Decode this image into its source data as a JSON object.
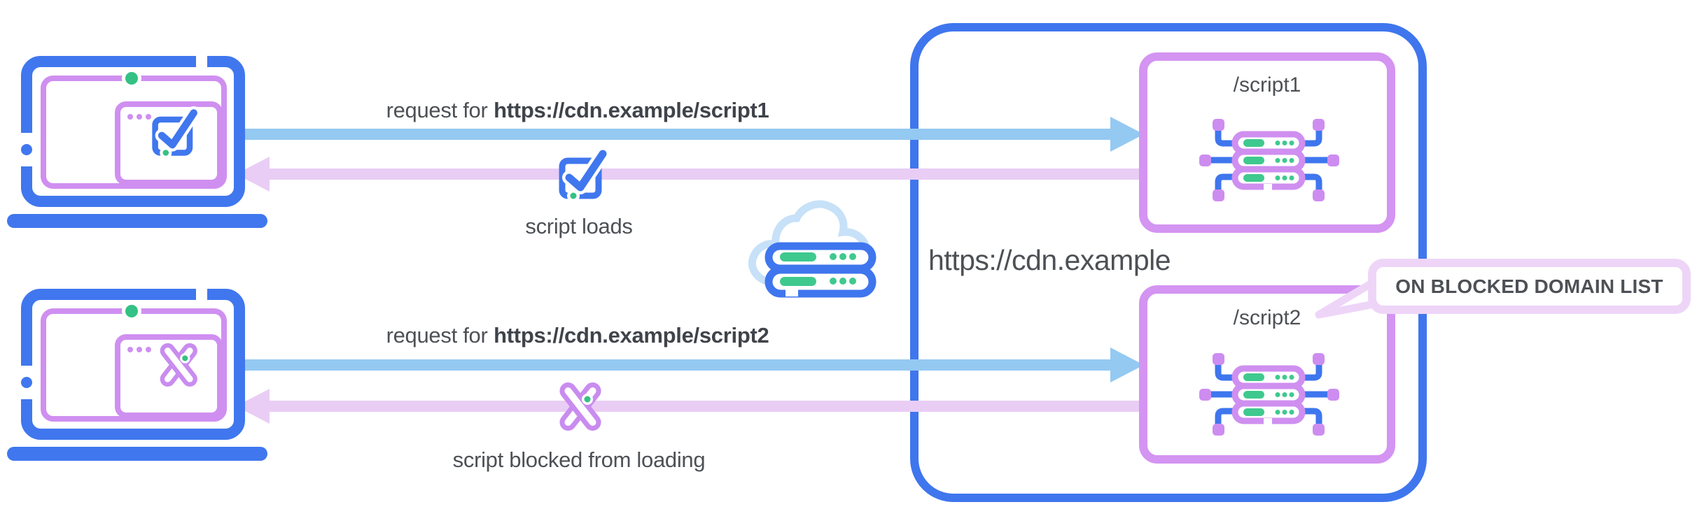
{
  "diagram": {
    "title_hint": "CDN script blocking flow",
    "flows": [
      {
        "request_prefix": "request for",
        "request_url": "https://cdn.example/script1",
        "result": "script loads"
      },
      {
        "request_prefix": "request for",
        "request_url": "https://cdn.example/script2",
        "result": "script blocked from loading"
      }
    ],
    "cdn": {
      "domain": "https://cdn.example",
      "endpoints": [
        "/script1",
        "/script2"
      ],
      "callout": "ON BLOCKED DOMAIN LIST"
    },
    "colors": {
      "blue": "#3f76ee",
      "arrow_blue": "#94c9f2",
      "cloud_blue": "#c7e1f8",
      "purple": "#cf8ff0",
      "arrow_purple": "#e9cdf5",
      "callout_lavender": "#eed5f8",
      "green": "#34c185",
      "text_gray": "#4d5156"
    }
  }
}
